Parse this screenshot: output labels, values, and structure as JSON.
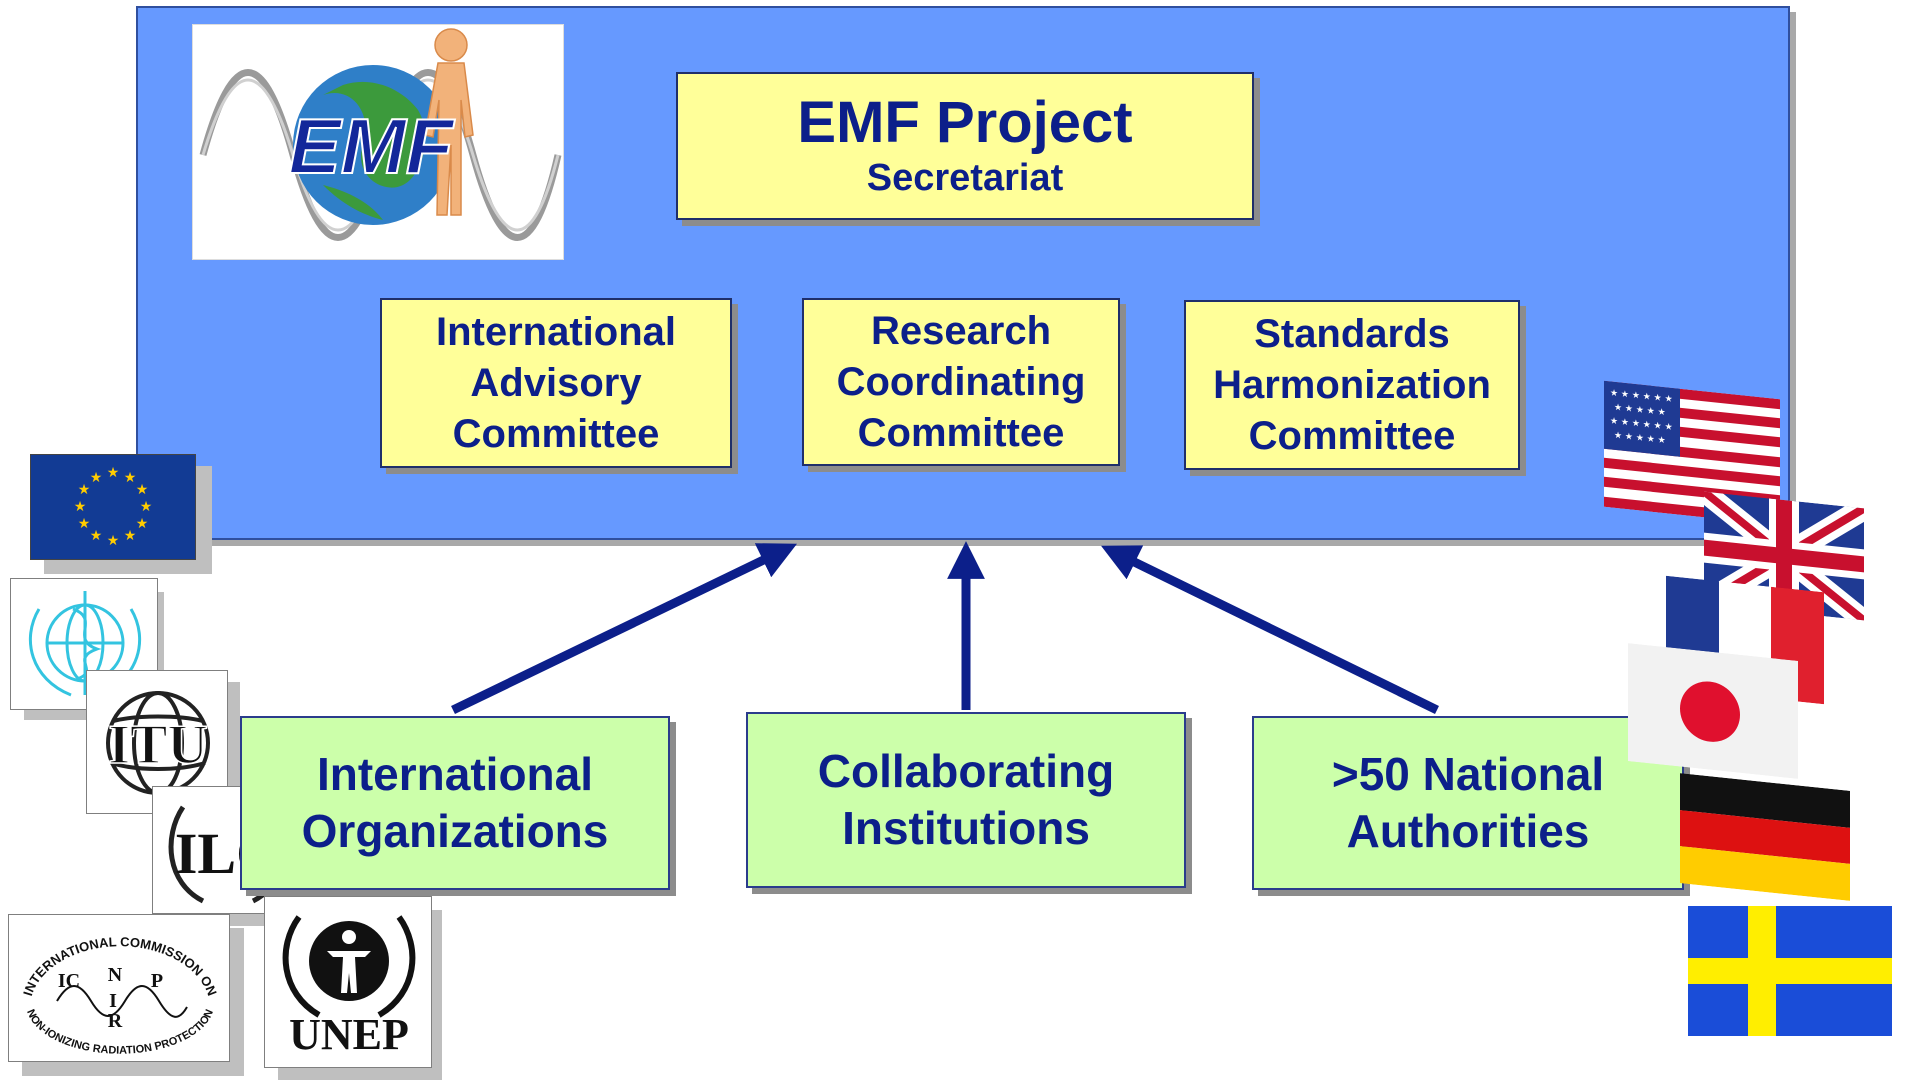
{
  "logo": {
    "text": "EMF"
  },
  "secretariat": {
    "title": "EMF Project",
    "subtitle": "Secretariat"
  },
  "committees": [
    {
      "lines": [
        "International",
        "Advisory",
        "Committee"
      ]
    },
    {
      "lines": [
        "Research",
        "Coordinating",
        "Committee"
      ]
    },
    {
      "lines": [
        "Standards",
        "Harmonization",
        "Committee"
      ]
    }
  ],
  "contributors": [
    {
      "lines": [
        "International",
        "Organizations"
      ]
    },
    {
      "lines": [
        "Collaborating",
        "Institutions"
      ]
    },
    {
      "lines": [
        ">50 National",
        "Authorities"
      ]
    }
  ],
  "org_logos": {
    "itu": "ITU",
    "ilo": "ILO",
    "unep": "UNEP",
    "icnirp_abbr": [
      "IC",
      "N",
      "I",
      "P",
      "R"
    ],
    "icnirp_ring_top": "INTERNATIONAL COMMISSION ON",
    "icnirp_ring_bottom": "NON-IONIZING RADIATION PROTECTION"
  },
  "flags": [
    "usa-flag",
    "uk-flag",
    "france-flag",
    "japan-flag",
    "germany-flag",
    "sweden-flag"
  ],
  "colors": {
    "panel": "#6699ff",
    "committee": "#ffff99",
    "contributor": "#ccffaa",
    "text": "#0c1f8a",
    "arrow": "#0c1f8a"
  }
}
